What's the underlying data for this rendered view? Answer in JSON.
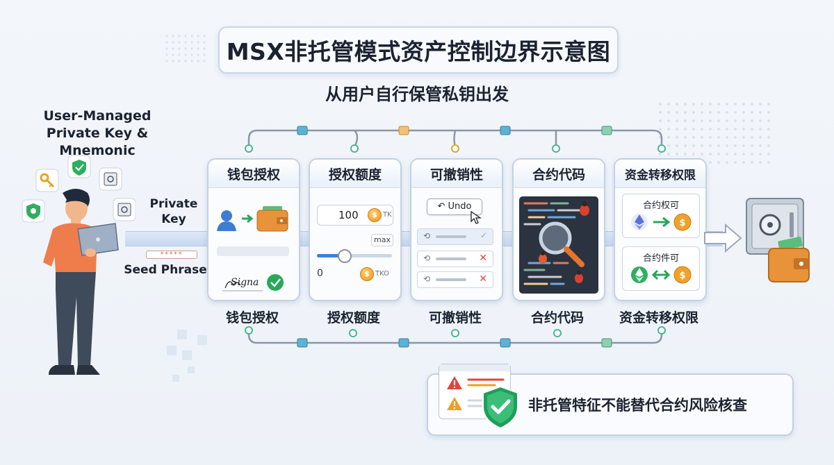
{
  "title": "MSX非托管模式资产控制边界示意图",
  "subtitle": "从用户自行保管私钥出发",
  "left": {
    "user_label_line1": "User-Managed",
    "user_label_line2": "Private Key & Mnemonic",
    "private_key_line1": "Private",
    "private_key_line2": "Key",
    "seed_stars": "*****",
    "seed_phrase": "Seed Phrase"
  },
  "cards": [
    {
      "title": "钱包授权",
      "below": "钱包授权",
      "signature_text": "Signa"
    },
    {
      "title": "授权额度",
      "below": "授权额度",
      "amount": "100",
      "token_unit": "TK",
      "max_label": "max",
      "min_value": "0",
      "min_unit": "TKO",
      "slider_level": 0.35
    },
    {
      "title": "可撤销性",
      "below": "可撤销性",
      "undo_label": "↶ Undo"
    },
    {
      "title": "合约代码",
      "below": "合约代码"
    },
    {
      "title": "资金转移权限",
      "below": "资金转移权限",
      "perm1": "合约权可",
      "perm2": "合约件可"
    }
  ],
  "callout": {
    "text": "非托管特征不能替代合约风险核查"
  },
  "colors": {
    "accent_blue": "#3f7fd8",
    "check_green": "#27a85a",
    "warn_orange": "#f0931c",
    "danger_red": "#d64a3c",
    "persona_orange": "#ef7d4c"
  },
  "icons": [
    "key-icon",
    "shield-check-icon",
    "safe-icon",
    "gear-shield-icon",
    "laptop-icon",
    "wallet-icon",
    "bug-icon",
    "magnifier-icon",
    "ethereum-icon",
    "dollar-coin-icon",
    "warning-icon",
    "vault-icon"
  ]
}
